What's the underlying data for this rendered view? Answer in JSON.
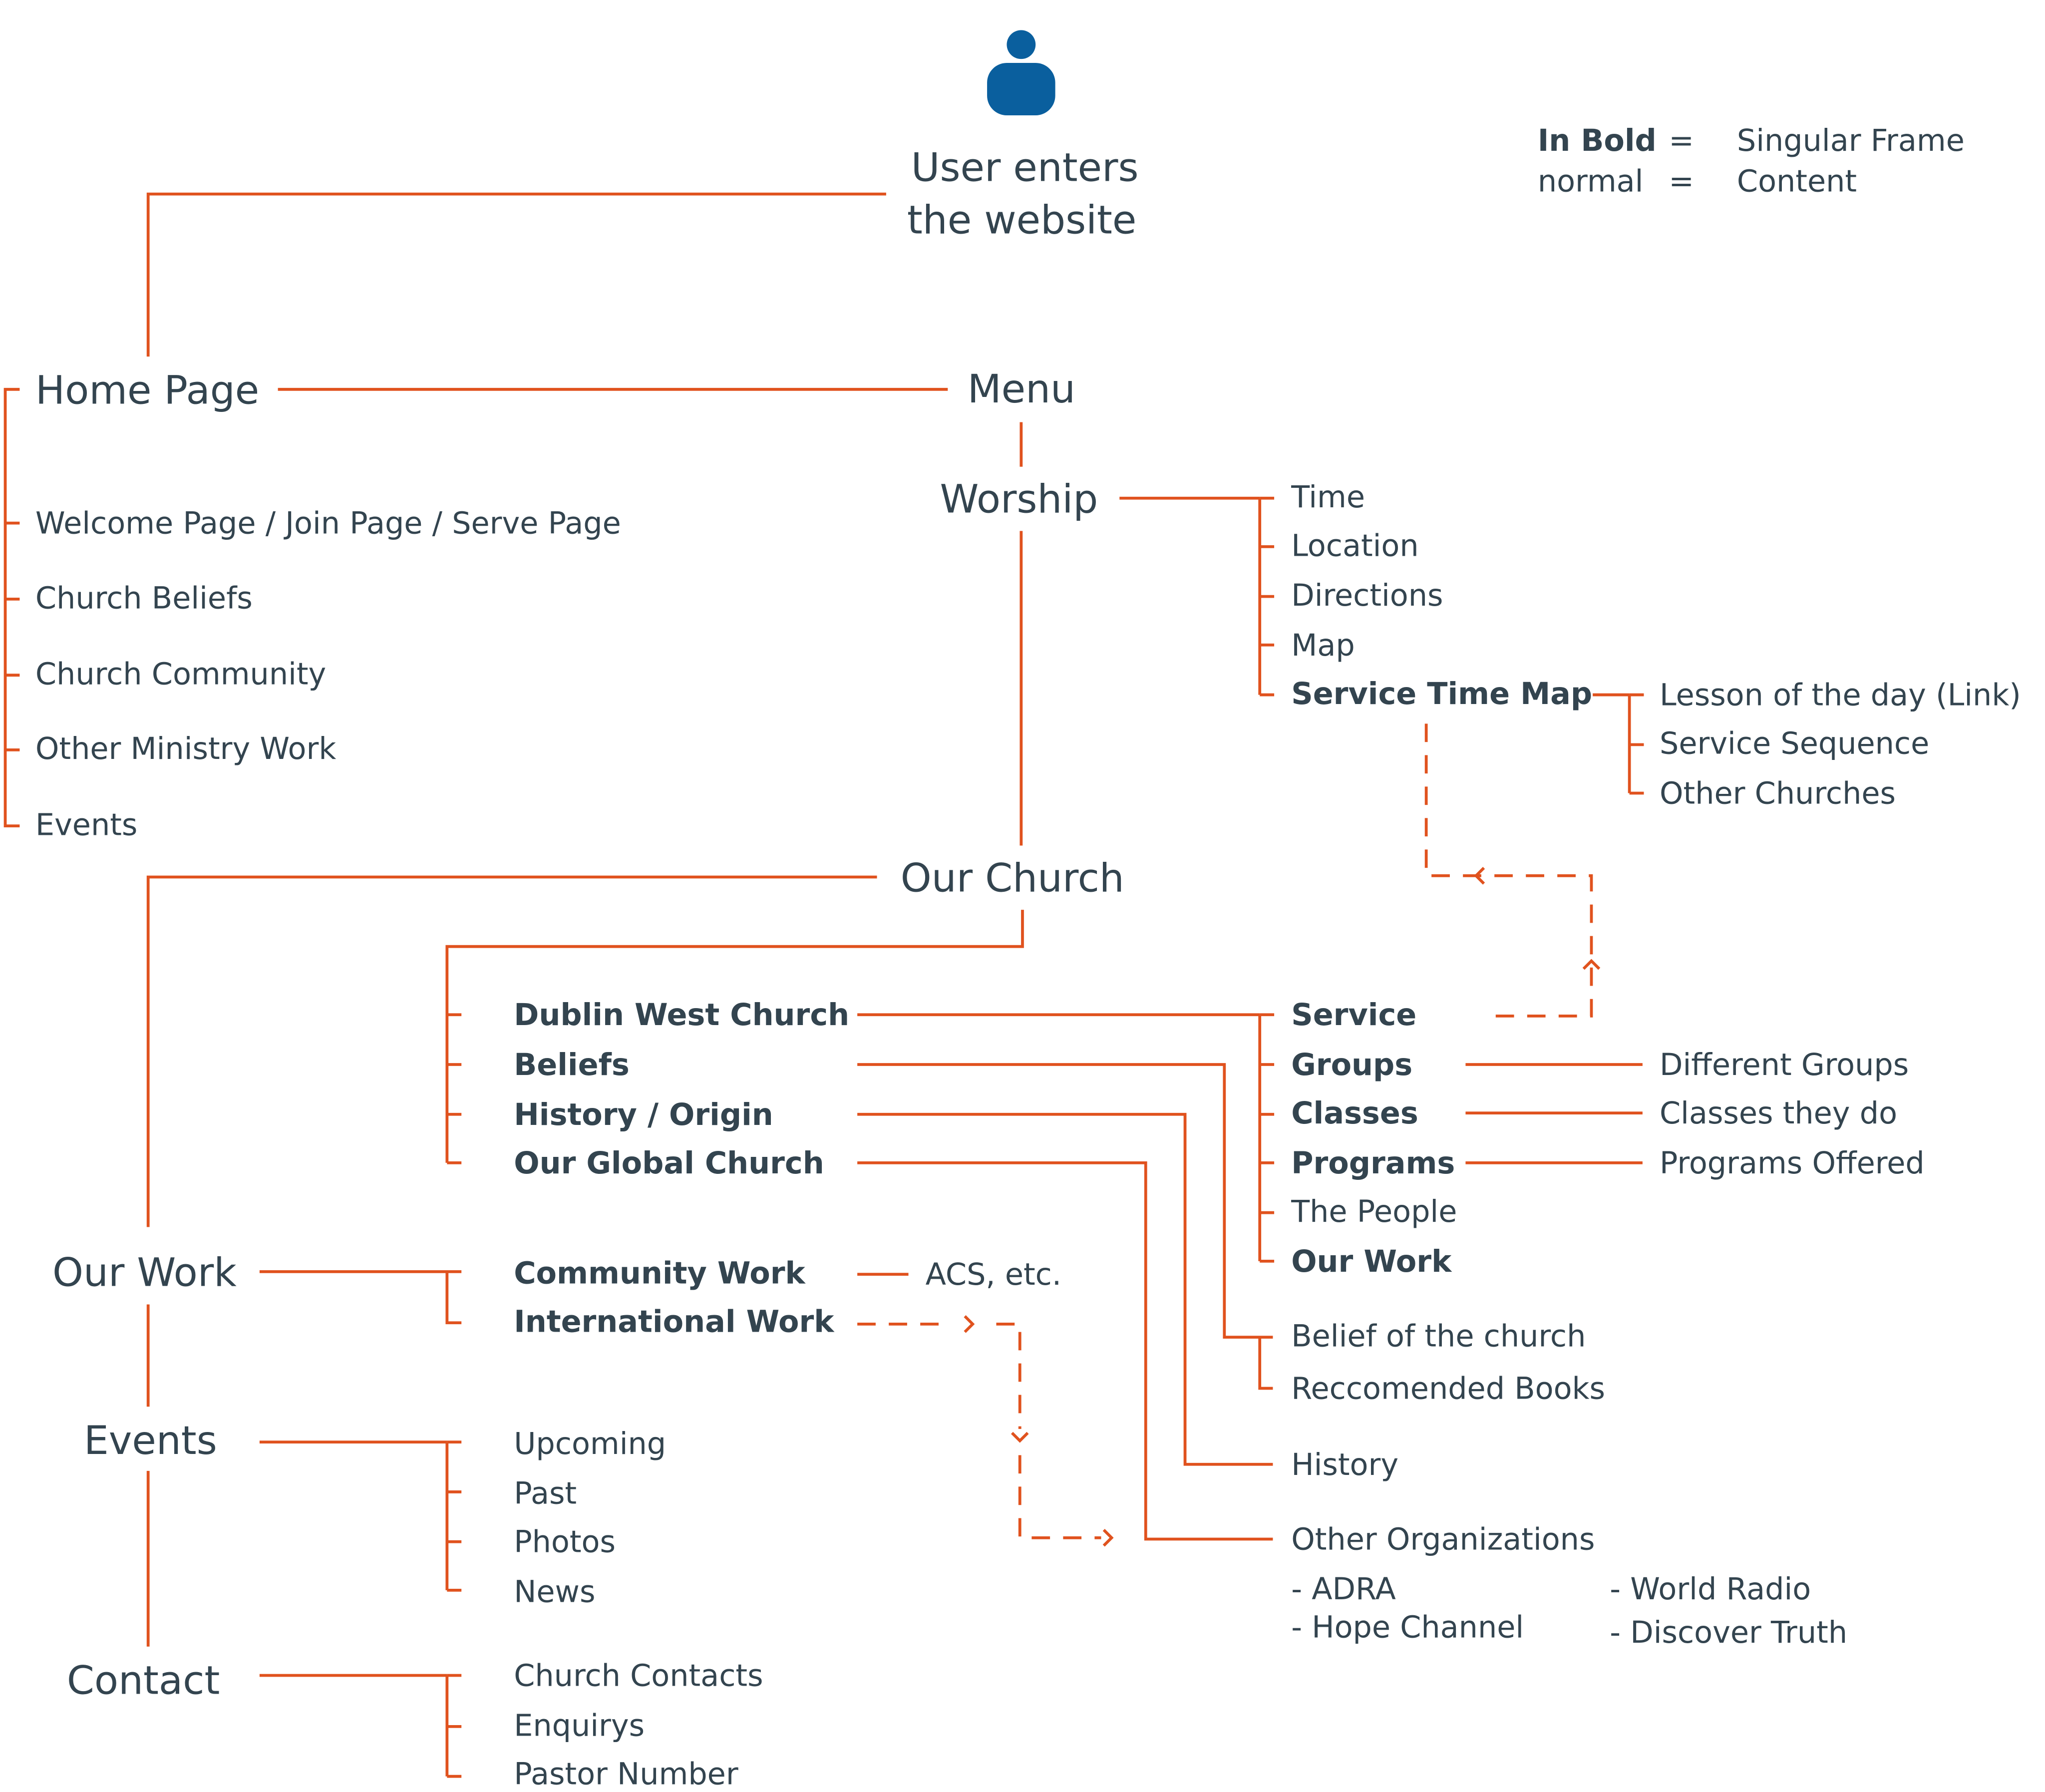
{
  "colors": {
    "connector": "#e0521e",
    "text": "#33444f",
    "icon": "#0a5f9e"
  },
  "icons": {
    "user": "user-icon"
  },
  "legend": {
    "bold_key": "In Bold",
    "bold_eq": "=",
    "bold_val": "Singular Frame",
    "normal_key": "normal",
    "normal_eq": "=",
    "normal_val": "Content"
  },
  "start": {
    "line1": "User enters",
    "line2": "the website"
  },
  "home": {
    "title": "Home Page",
    "items": [
      "Welcome Page / Join Page / Serve Page",
      "Church Beliefs",
      "Church Community",
      "Other Ministry Work",
      "Events"
    ]
  },
  "menu": {
    "title": "Menu"
  },
  "worship": {
    "title": "Worship",
    "items": [
      "Time",
      "Location",
      "Directions",
      "Map"
    ],
    "service_time_map": "Service Time Map",
    "stm_items": [
      "Lesson of the day (Link)",
      "Service Sequence",
      "Other Churches"
    ]
  },
  "our_church": {
    "title": "Our Church",
    "items": [
      "Dublin West Church",
      "Beliefs",
      "History / Origin",
      "Our Global Church"
    ]
  },
  "dublin_west": {
    "items": [
      "Service",
      "Groups",
      "Classes",
      "Programs",
      "The People",
      "Our Work"
    ],
    "groups_detail": "Different Groups",
    "classes_detail": "Classes they do",
    "programs_detail": "Programs Offered"
  },
  "beliefs": {
    "items": [
      "Belief of the church",
      "Reccomended Books"
    ]
  },
  "history": {
    "item": "History"
  },
  "global": {
    "title": "Other Organizations",
    "orgs_left": [
      "- ADRA",
      "- Hope Channel"
    ],
    "orgs_right": [
      "- World Radio",
      "- Discover Truth"
    ]
  },
  "our_work": {
    "title": "Our Work",
    "community": "Community Work",
    "community_detail": "ACS, etc.",
    "international": "International Work"
  },
  "events": {
    "title": "Events",
    "items": [
      "Upcoming",
      "Past",
      "Photos",
      "News"
    ]
  },
  "contact": {
    "title": "Contact",
    "items": [
      "Church Contacts",
      "Enquirys",
      "Pastor Number"
    ]
  }
}
